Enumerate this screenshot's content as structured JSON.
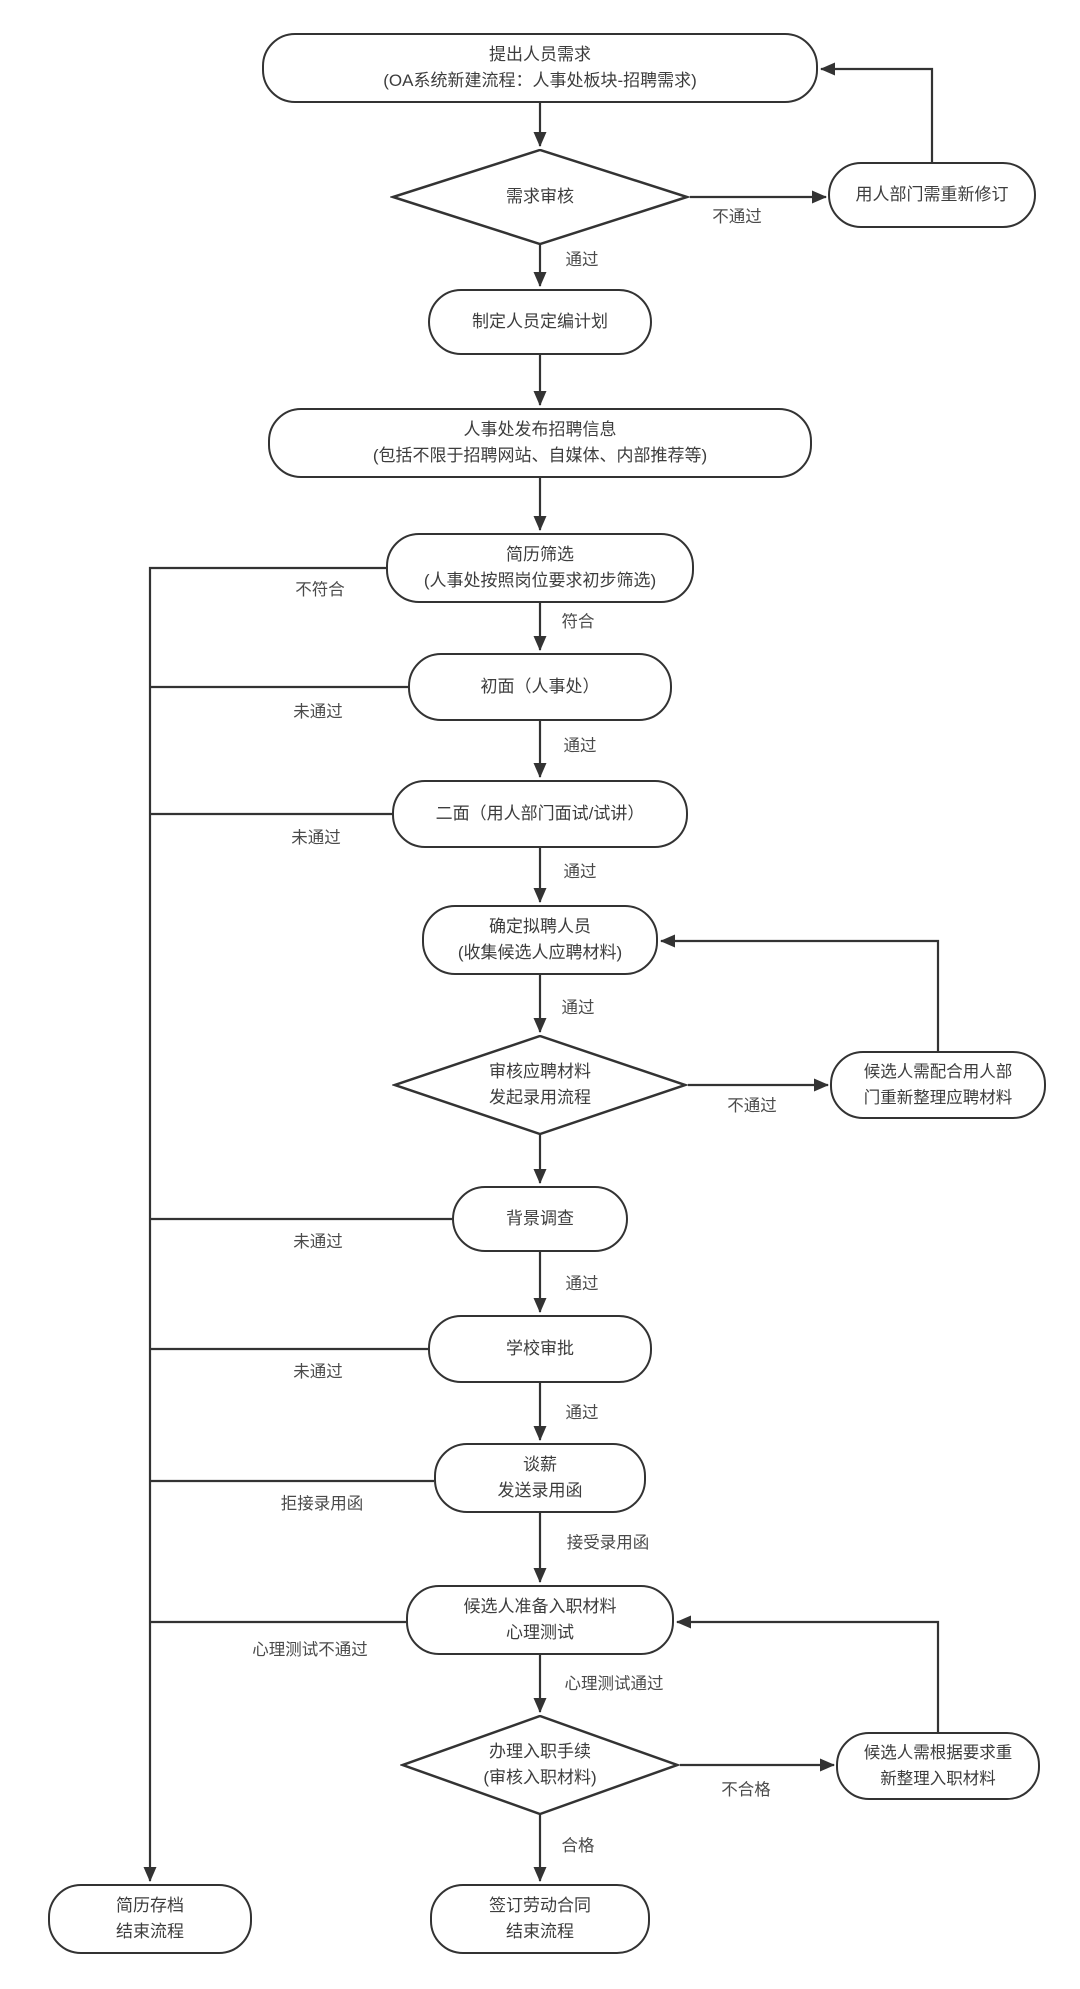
{
  "diagram": {
    "background_color": "#ffffff",
    "line_color": "#333333",
    "node_text_color": "#3d3d3d",
    "label_text_color": "#4a4a4a",
    "nodes": {
      "start": {
        "line1": "提出人员需求",
        "line2": "(OA系统新建流程：人事处板块-招聘需求)"
      },
      "demand_review": {
        "line1": "需求审核"
      },
      "revise_demand": {
        "line1": "用人部门需重新修订"
      },
      "staffing_plan": {
        "line1": "制定人员定编计划"
      },
      "publish_info": {
        "line1": "人事处发布招聘信息",
        "line2": "(包括不限于招聘网站、自媒体、内部推荐等)"
      },
      "resume_screening": {
        "line1": "简历筛选",
        "line2": "(人事处按照岗位要求初步筛选)"
      },
      "first_interview": {
        "line1": "初面（人事处）"
      },
      "second_interview": {
        "line1": "二面（用人部门面试/试讲）"
      },
      "confirm_candidate": {
        "line1": "确定拟聘人员",
        "line2": "(收集候选人应聘材料)"
      },
      "review_materials": {
        "line1": "审核应聘材料",
        "line2": "发起录用流程"
      },
      "revise_materials": {
        "line1": "候选人需配合用人部",
        "line2": "门重新整理应聘材料"
      },
      "background_check": {
        "line1": "背景调查"
      },
      "school_approval": {
        "line1": "学校审批"
      },
      "salary_offer": {
        "line1": "谈薪",
        "line2": "发送录用函"
      },
      "prepare_onboarding": {
        "line1": "候选人准备入职材料",
        "line2": "心理测试"
      },
      "onboarding_review": {
        "line1": "办理入职手续",
        "line2": "(审核入职材料)"
      },
      "revise_onboarding": {
        "line1": "候选人需根据要求重",
        "line2": "新整理入职材料"
      },
      "archive_end": {
        "line1": "简历存档",
        "line2": "结束流程"
      },
      "sign_contract": {
        "line1": "签订劳动合同",
        "line2": "结束流程"
      }
    },
    "edge_labels": {
      "pass": "通过",
      "fail": "不通过",
      "match": "符合",
      "not_match": "不符合",
      "not_pass": "未通过",
      "reject_offer": "拒接录用函",
      "accept_offer": "接受录用函",
      "psych_fail": "心理测试不通过",
      "psych_pass": "心理测试通过",
      "qualified": "合格",
      "unqualified": "不合格"
    }
  }
}
